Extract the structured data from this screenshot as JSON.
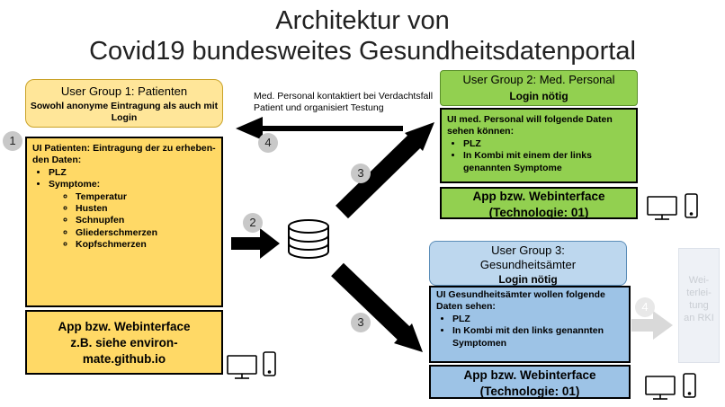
{
  "title": {
    "line1": "Architektur von",
    "line2": "Covid19 bundesweites Gesundheitsdatenportal"
  },
  "group1": {
    "header_title": "User Group 1: Patienten",
    "header_sub": "Sowohl anonyme Eintragung als auch mit Login",
    "badge": "1",
    "ui_heading": "UI Patienten: Eintragung der zu erheben-den Daten:",
    "items": [
      "PLZ",
      "Symptome:"
    ],
    "symptoms": [
      "Temperatur",
      "Husten",
      "Schnupfen",
      "Gliederschmerzen",
      "Kopfschmerzen"
    ],
    "app_line1": "App bzw. Webinterface",
    "app_line2": "z.B. siehe environ-",
    "app_line3": "mate.github.io"
  },
  "group2": {
    "header_title": "User Group 2: Med. Personal",
    "header_sub": "Login nötig",
    "ui_heading": "UI med. Personal will folgende Daten sehen können:",
    "items": [
      "PLZ",
      "In Kombi mit einem der links genannten Symptome"
    ],
    "app_line1": "App bzw. Webinterface",
    "app_line2": "(Technologie: 01)"
  },
  "group3": {
    "header_title_line1": "User Group 3:",
    "header_title_line2": "Gesundheitsämter",
    "header_sub": "Login nötig",
    "ui_heading": "UI Gesundheitsämter wollen folgende Daten sehen:",
    "items": [
      "PLZ",
      "In Kombi mit den links genannten Symptomen"
    ],
    "app_line1": "App bzw. Webinterface",
    "app_line2": "(Technologie: 01)"
  },
  "arrow4_text_line1": "Med. Personal kontaktiert bei Verdachtsfall",
  "arrow4_text_line2": "Patient und organisiert Testung",
  "badges": {
    "two": "2",
    "three_top": "3",
    "three_bottom": "3",
    "four": "4",
    "four_faint": "4"
  },
  "rki": {
    "line1": "Wei-",
    "line2": "terlei-",
    "line3": "tung",
    "line4": "an RKI"
  },
  "colors": {
    "yellow": "#ffd966",
    "yellow_header": "#ffe699",
    "green": "#92d050",
    "blue": "#9dc3e6",
    "blue_header": "#bdd7ee",
    "grey_box": "#eef1f6",
    "grey_text": "#c9cdd3"
  },
  "icons": [
    "monitor-icon",
    "phone-icon"
  ]
}
